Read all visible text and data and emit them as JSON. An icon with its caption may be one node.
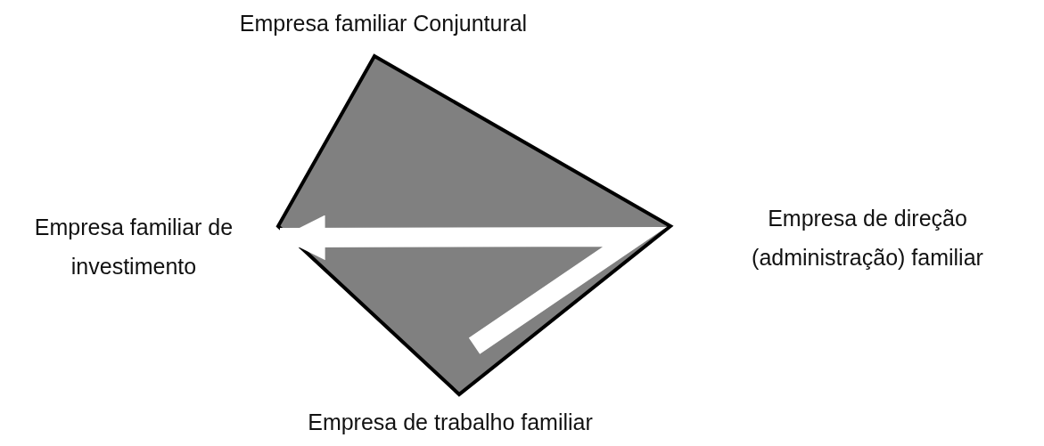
{
  "diagram": {
    "nodes": [
      {
        "text": [
          "Empresa familiar Conjuntural"
        ]
      },
      {
        "text": [
          "Empresa familiar de investimento"
        ]
      },
      {
        "text": [],
        "shape": "diamond"
      },
      {
        "text": [
          "Empresa de direção (administração) familiar"
        ]
      },
      {
        "text": [
          "Empresa de trabalho familiar"
        ]
      }
    ],
    "edges": [
      {
        "from": 2,
        "to": 1,
        "arrow": "to",
        "color": "#ffffff"
      }
    ]
  }
}
